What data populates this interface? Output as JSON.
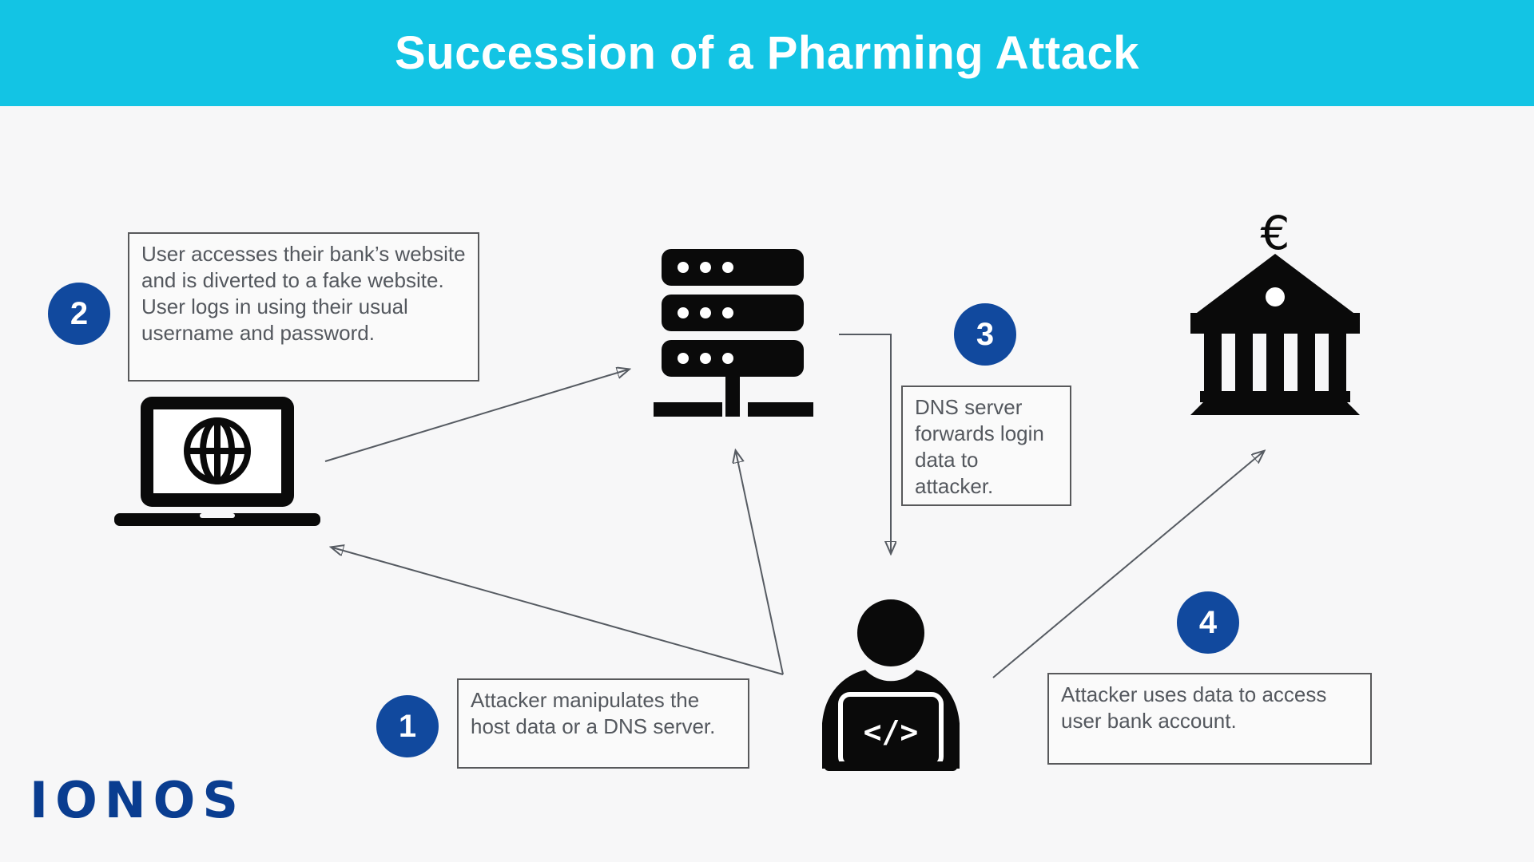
{
  "header": {
    "title": "Succession of a Pharming Attack"
  },
  "steps": [
    {
      "number": "1",
      "text": "Attacker manipulates the host data or a DNS server."
    },
    {
      "number": "2",
      "text": "User accesses their bank’s website and is diverted to a fake website. User logs in using their usual username and password."
    },
    {
      "number": "3",
      "text": "DNS server forwards login data to attacker."
    },
    {
      "number": "4",
      "text": "Attacker uses data to access user bank account."
    }
  ],
  "icons": {
    "euro_symbol": "€",
    "code_glyph": "</>"
  },
  "logo": {
    "text": "IONOS"
  },
  "colors": {
    "accent": "#13C4E4",
    "navy": "#11499E",
    "logo-navy": "#0A3D90",
    "text": "#54585E",
    "arrow": "#565B62",
    "bg": "#F7F7F8",
    "icon-black": "#0A0A0A",
    "box-border": "#58595B",
    "box-bg": "#FAFAFA"
  }
}
